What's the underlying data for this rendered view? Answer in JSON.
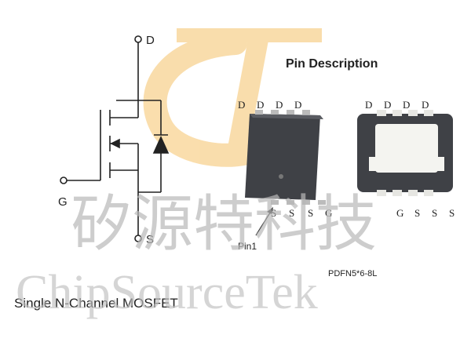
{
  "header": {
    "title": "Pin Description"
  },
  "schematic": {
    "drain_label": "D",
    "gate_label": "G",
    "source_label": "S",
    "caption": "Single N-Channel MOSFET"
  },
  "package_front": {
    "top_pins": [
      "D",
      "D",
      "D",
      "D"
    ],
    "bottom_pins": [
      "S",
      "S",
      "S",
      "G"
    ],
    "pin1_label": "Pin1"
  },
  "package_back": {
    "top_pins": [
      "D",
      "D",
      "D",
      "D"
    ],
    "bottom_pins": [
      "G",
      "S",
      "S",
      "S"
    ],
    "package_name": "PDFN5*6-8L"
  },
  "watermark": {
    "chinese": "矽源特科技",
    "english": "ChipSourceTek",
    "logo_text": "ST"
  },
  "colors": {
    "logo_orange": "#f5c36a",
    "package_body": "#3f4146",
    "watermark_gray": "#c8c8c8"
  }
}
